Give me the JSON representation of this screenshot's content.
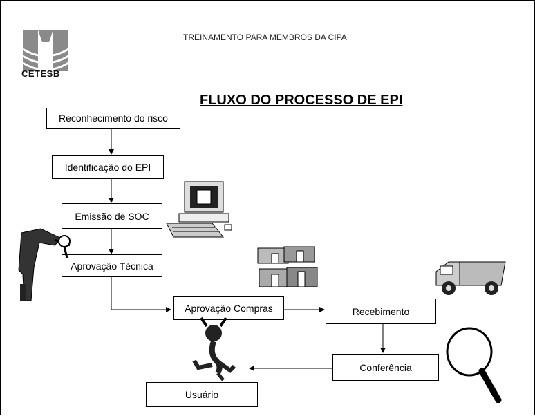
{
  "header": {
    "text": "TREINAMENTO PARA MEMBROS DA CIPA"
  },
  "logo": {
    "text": "CETESB"
  },
  "title": "FLUXO DO PROCESSO DE EPI",
  "steps": {
    "reconhecimento": "Reconhecimento do risco",
    "identificacao": "Identificação do EPI",
    "emissao": "Emissão de SOC",
    "aprovacao_tecnica": "Aprovação Técnica",
    "aprovacao_compras": "Aprovação Compras",
    "recebimento": "Recebimento",
    "conferencia": "Conferência",
    "usuario": "Usuário"
  },
  "clipart": [
    "computer-icon",
    "man-with-magnifier-icon",
    "document-stacks-icon",
    "truck-icon",
    "happy-figure-icon",
    "magnifying-glass-icon"
  ]
}
